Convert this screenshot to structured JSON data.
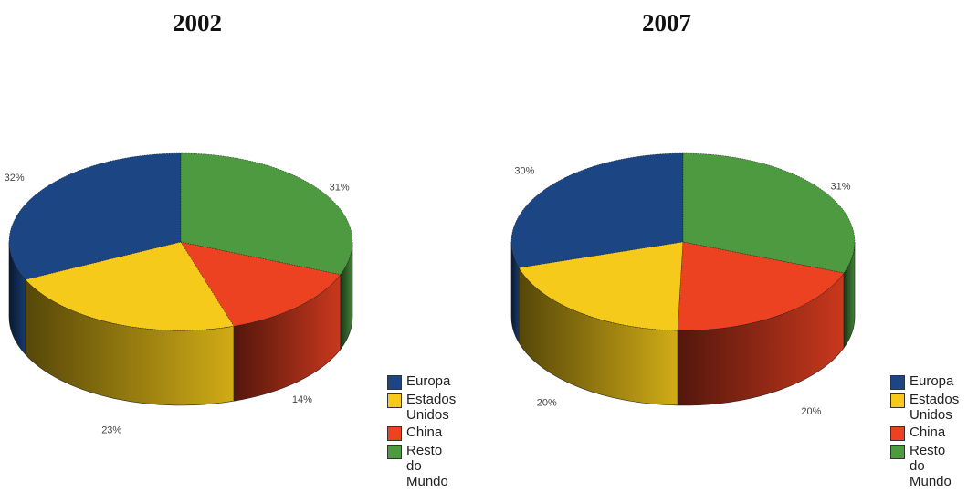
{
  "chart_data": [
    {
      "type": "pie",
      "title": "2002",
      "style": "3d",
      "categories": [
        "Europa",
        "Estados Unidos",
        "China",
        "Resto do Mundo"
      ],
      "values": [
        32,
        23,
        14,
        31
      ],
      "labels": [
        "32%",
        "23%",
        "14%",
        "31%"
      ],
      "colors": [
        "#1b4583",
        "#f6ca1a",
        "#ec4222",
        "#4e9a40"
      ],
      "legend": "bottom-right"
    },
    {
      "type": "pie",
      "title": "2007",
      "style": "3d",
      "categories": [
        "Europa",
        "Estados Unidos",
        "China",
        "Resto do Mundo"
      ],
      "values": [
        30,
        20,
        20,
        31
      ],
      "labels": [
        "30%",
        "20%",
        "20%",
        "31%"
      ],
      "colors": [
        "#1b4583",
        "#f6ca1a",
        "#ec4222",
        "#4e9a40"
      ],
      "legend": "bottom-right"
    }
  ]
}
